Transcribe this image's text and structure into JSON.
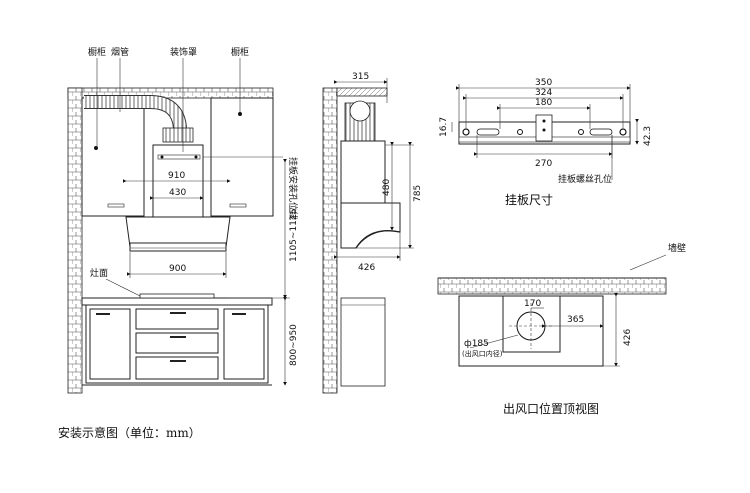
{
  "install": {
    "label_cabinet_left": "橱柜",
    "label_chimney": "烟管",
    "label_cover": "装饰罩",
    "label_cabinet_right": "橱柜",
    "label_hanger_holes": "挂板安装孔位线",
    "label_stove": "灶面",
    "dim_910": "910",
    "dim_430": "430",
    "dim_900": "900",
    "dim_1105_1125": "1105~1125",
    "dim_800_950": "800~950",
    "caption": "安装示意图（单位：mm）"
  },
  "side": {
    "dim_315": "315",
    "dim_480": "480",
    "dim_785": "785",
    "dim_426": "426"
  },
  "hanger": {
    "dim_350": "350",
    "dim_324": "324",
    "dim_180": "180",
    "dim_270": "270",
    "dim_16_7": "16.7",
    "dim_42_3": "42.3",
    "label_screw_holes": "挂板螺丝孔位",
    "title": "挂板尺寸"
  },
  "top": {
    "label_wall": "墙壁",
    "dim_170": "170",
    "dim_365": "365",
    "dim_426": "426",
    "dim_185": "ф185",
    "note_185": "(出风口内径)",
    "title": "出风口位置顶视图"
  }
}
